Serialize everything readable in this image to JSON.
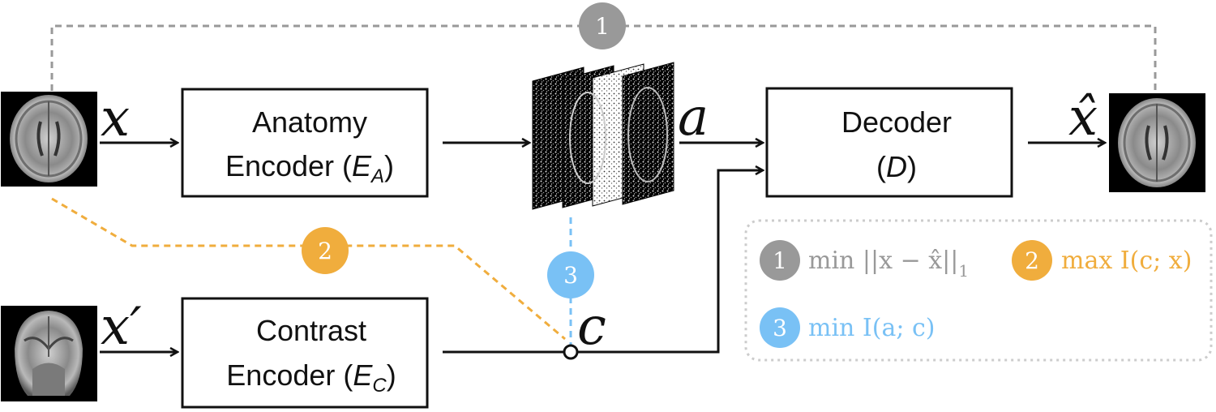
{
  "colors": {
    "loss1": "#999999",
    "loss2": "#f0ad3d",
    "loss3": "#79c1f5",
    "line": "#111111",
    "legend_border": "#cccccc"
  },
  "inputs": {
    "x_label": "x",
    "x_prime_label": "x′",
    "x_hat_label": "x̂",
    "a_label": "a",
    "c_label": "c"
  },
  "boxes": {
    "anatomy": {
      "line1": "Anatomy",
      "line2_prefix": "Encoder (",
      "sym": "E",
      "sub": "A",
      "line2_suffix": ")"
    },
    "contrast": {
      "line1": "Contrast",
      "line2_prefix": "Encoder (",
      "sym": "E",
      "sub": "C",
      "line2_suffix": ")"
    },
    "decoder": {
      "line1": "Decoder",
      "line2_prefix": "(",
      "sym": "D",
      "line2_suffix": ")"
    }
  },
  "badges": [
    "1",
    "2",
    "3"
  ],
  "legend": {
    "item1": {
      "num": "1",
      "text": "min ||x − x̂||",
      "sub": "1"
    },
    "item2": {
      "num": "2",
      "text": "max I(c; x)"
    },
    "item3": {
      "num": "3",
      "text": "min I(a; c)"
    }
  }
}
